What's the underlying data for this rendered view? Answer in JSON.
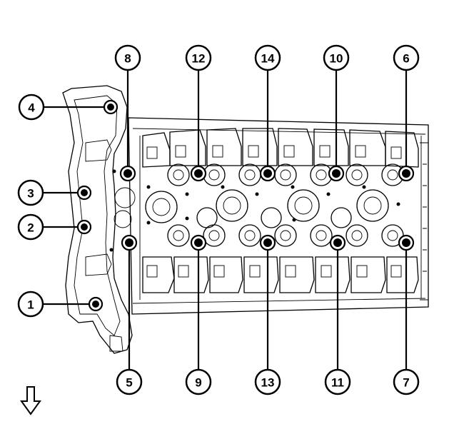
{
  "diagram": {
    "callouts": [
      {
        "id": "1",
        "label": "1"
      },
      {
        "id": "2",
        "label": "2"
      },
      {
        "id": "3",
        "label": "3"
      },
      {
        "id": "4",
        "label": "4"
      },
      {
        "id": "5",
        "label": "5"
      },
      {
        "id": "6",
        "label": "6"
      },
      {
        "id": "7",
        "label": "7"
      },
      {
        "id": "8",
        "label": "8"
      },
      {
        "id": "9",
        "label": "9"
      },
      {
        "id": "10",
        "label": "10"
      },
      {
        "id": "11",
        "label": "11"
      },
      {
        "id": "12",
        "label": "12"
      },
      {
        "id": "13",
        "label": "13"
      },
      {
        "id": "14",
        "label": "14"
      }
    ],
    "direction_arrow_icon": "down-arrow-icon"
  }
}
